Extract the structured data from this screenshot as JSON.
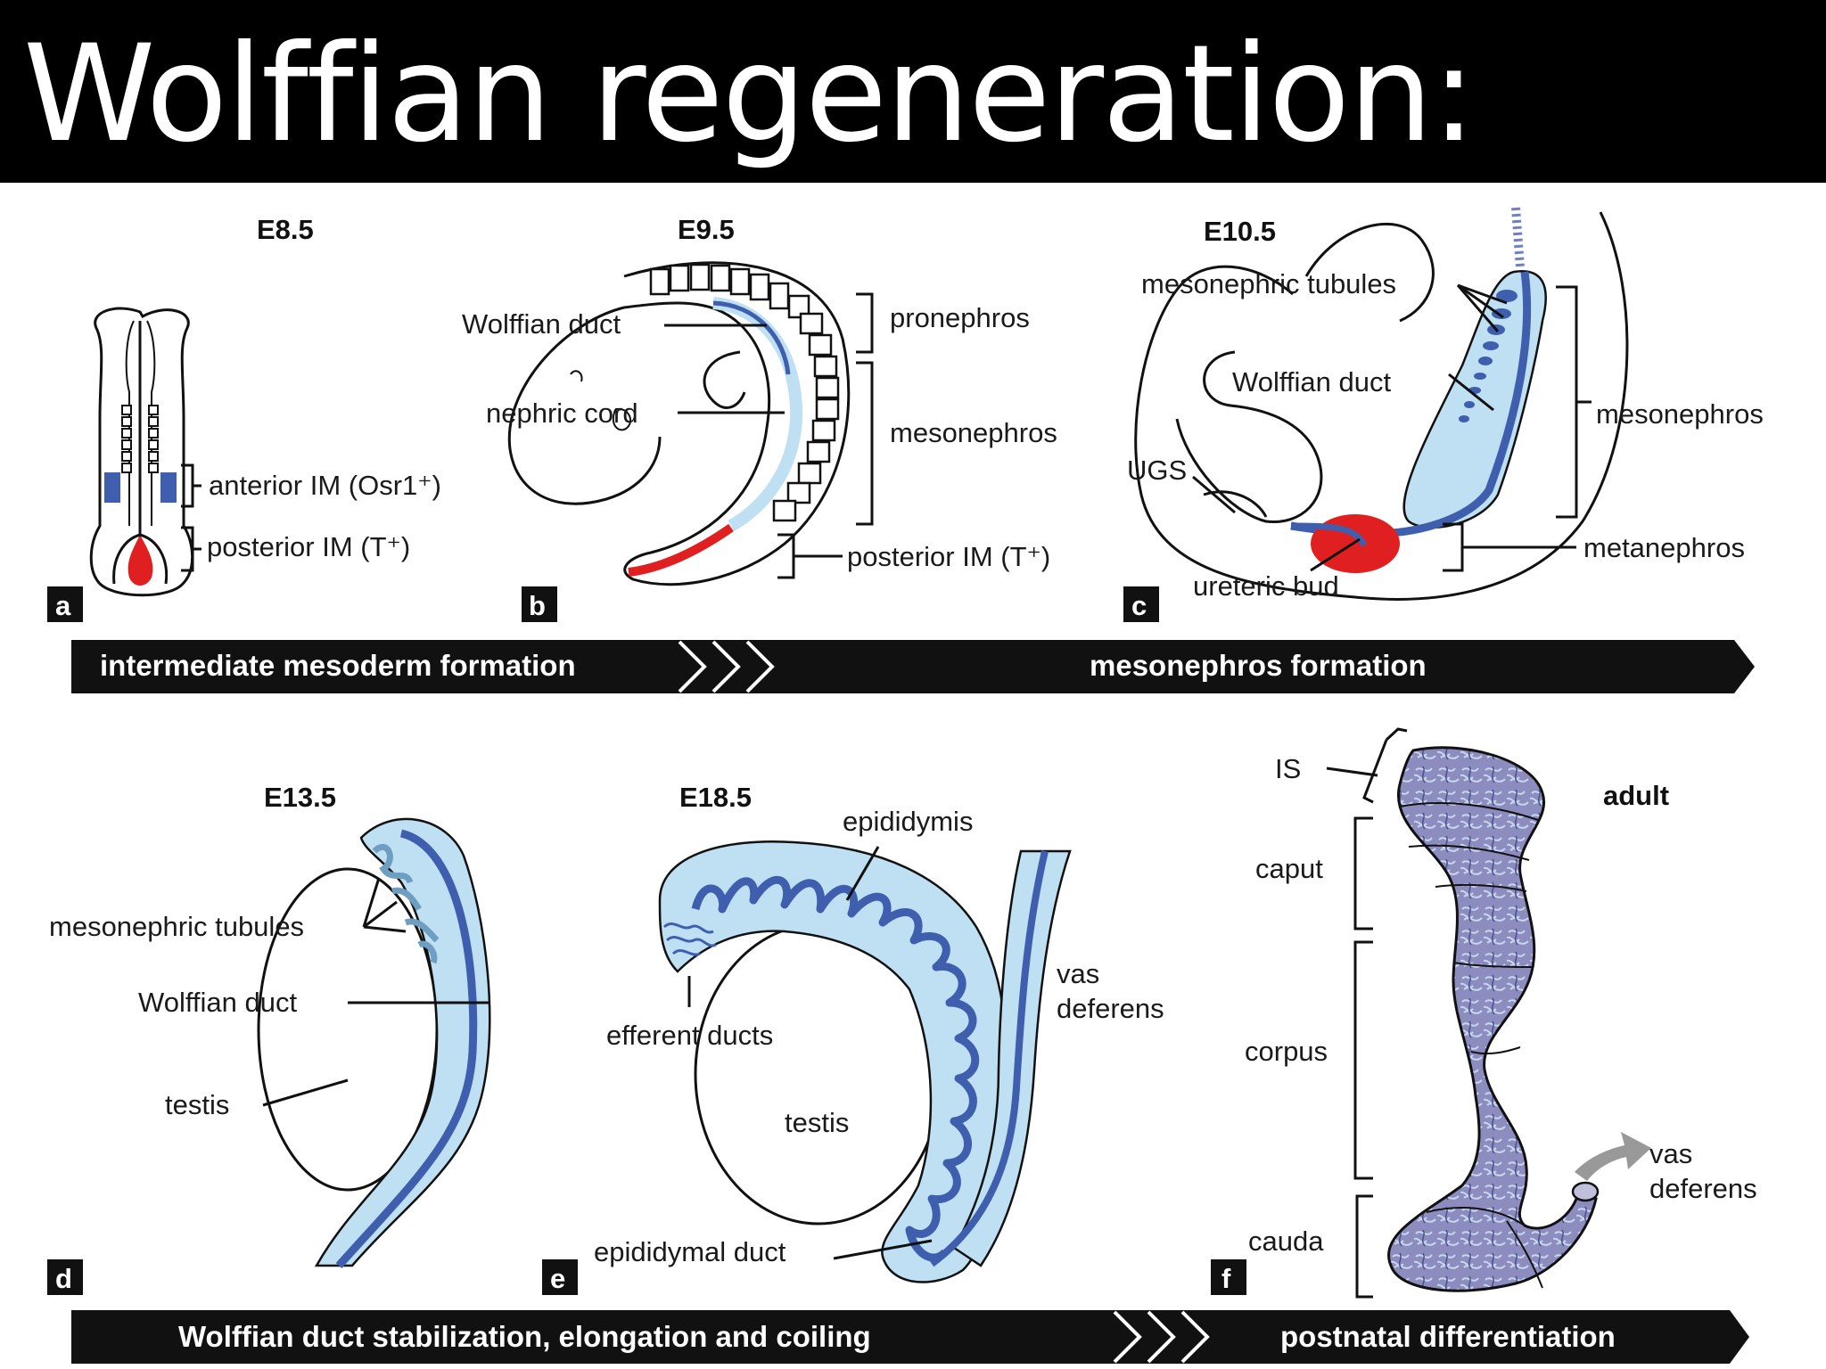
{
  "title": "Wolffian regeneration:",
  "panels": {
    "a": {
      "letter": "a",
      "stage": "E8.5",
      "anterior_im": "anterior IM (Osr1⁺)",
      "posterior_im": "posterior IM (T⁺)"
    },
    "b": {
      "letter": "b",
      "stage": "E9.5",
      "wolffian_duct": "Wolffian duct",
      "nephric_cord": "nephric cord",
      "pronephros": "pronephros",
      "mesonephros": "mesonephros",
      "posterior_im": "posterior IM (T⁺)"
    },
    "c": {
      "letter": "c",
      "stage": "E10.5",
      "mesonephric_tubules": "mesonephric tubules",
      "wolffian_duct": "Wolffian duct",
      "ugs": "UGS",
      "mesonephros": "mesonephros",
      "metanephros": "metanephros",
      "ureteric_bud": "ureteric bud"
    },
    "d": {
      "letter": "d",
      "stage": "E13.5",
      "mesonephric_tubules": "mesonephric tubules",
      "wolffian_duct": "Wolffian duct",
      "testis": "testis"
    },
    "e": {
      "letter": "e",
      "stage": "E18.5",
      "epididymis": "epididymis",
      "efferent_ducts": "efferent ducts",
      "testis": "testis",
      "vas_deferens_1": "vas",
      "vas_deferens_2": "deferens",
      "epididymal_duct": "epididymal duct"
    },
    "f": {
      "letter": "f",
      "stage": "adult",
      "is": "IS",
      "caput": "caput",
      "corpus": "corpus",
      "cauda": "cauda",
      "vas_deferens_1": "vas",
      "vas_deferens_2": "deferens"
    }
  },
  "banners": {
    "top_left": "intermediate mesoderm formation",
    "top_right": "mesonephros formation",
    "bottom_left": "Wolffian duct stabilization, elongation and coiling",
    "bottom_right": "postnatal differentiation"
  },
  "colors": {
    "duct_blue": "#3f5fae",
    "light_blue": "#bfe0f3",
    "red": "#e02020",
    "banner": "#111111"
  }
}
